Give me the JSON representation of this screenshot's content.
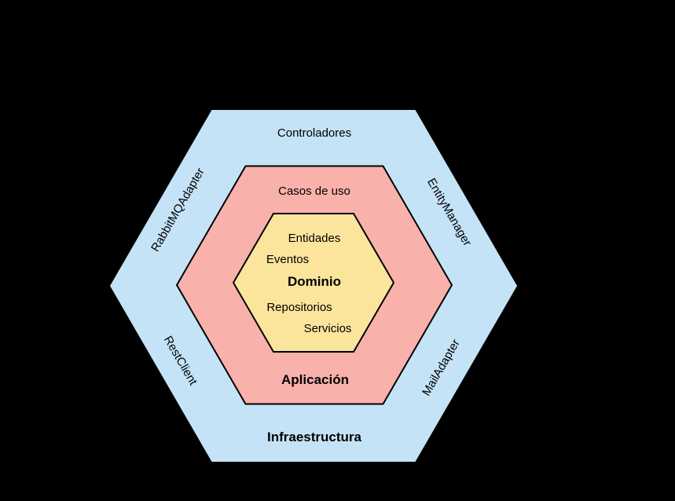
{
  "colors": {
    "background": "#000000",
    "infrastructure_fill": "#C5E3F6",
    "application_fill": "#F9B1AB",
    "domain_fill": "#FBE59D",
    "border": "#000000",
    "text": "#000000"
  },
  "diagram": {
    "infrastructure": {
      "layer_label": "Infraestructura",
      "adapters": {
        "top": "Controladores",
        "top_left": "RabbitMQAdapter",
        "top_right": "EntityManager",
        "bottom_left": "RestClient",
        "bottom_right": "MailAdapter"
      }
    },
    "application": {
      "layer_label": "Aplicación",
      "use_cases": "Casos de uso"
    },
    "domain": {
      "layer_label": "Dominio",
      "elements": {
        "entities": "Entidades",
        "events": "Eventos",
        "repositories": "Repositorios",
        "services": "Servicios"
      }
    }
  }
}
